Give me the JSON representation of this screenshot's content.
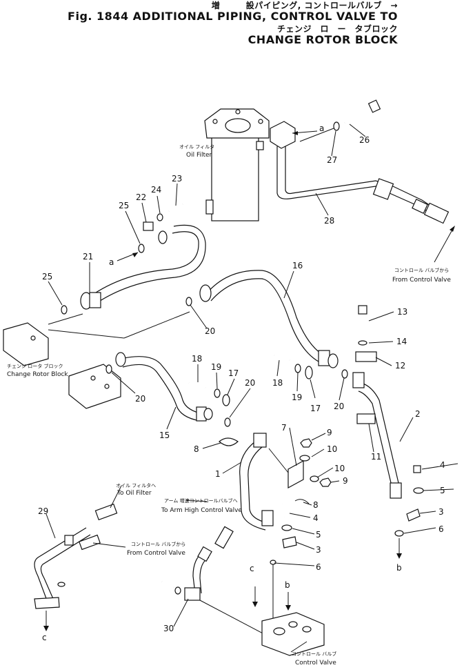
{
  "title": {
    "line1_jp": "増　　　設パイピング, コントロールバルブ　→",
    "line1_en": "Fig. 1844  ADDITIONAL PIPING, CONTROL VALVE TO",
    "line2_jp": "チェンジ　ロ　ー　タブロック",
    "line2_en": "CHANGE ROTOR BLOCK"
  },
  "labels": {
    "oil_filter_jp": "オイル フィルタ",
    "oil_filter_en": "Oil Filter",
    "from_cv_jp": "コントロール バルブから",
    "from_cv_en": "From Control Valve",
    "crb_jp": "チェンジ ロータ ブロック",
    "crb_en": "Change Rotor Block",
    "to_oil_filter_jp": "オイル フィルタへ",
    "to_oil_filter_en": "To Oil Filter",
    "arm_hcv_jp": "アーム 増速コントロールバルブへ",
    "arm_hcv_en": "To Arm High Control Valve",
    "from_cv2_jp": "コントロール バルブから",
    "from_cv2_en": "From Control Valve",
    "cv_jp": "コントロール バルブ",
    "cv_en": "Control Valve"
  },
  "refs": {
    "a": "a",
    "b": "b",
    "c": "c"
  },
  "parts": [
    "1",
    "2",
    "3",
    "4",
    "5",
    "6",
    "7",
    "8",
    "9",
    "10",
    "11",
    "12",
    "13",
    "14",
    "15",
    "16",
    "17",
    "18",
    "19",
    "20",
    "21",
    "22",
    "23",
    "24",
    "25",
    "26",
    "27",
    "28",
    "29",
    "30"
  ]
}
